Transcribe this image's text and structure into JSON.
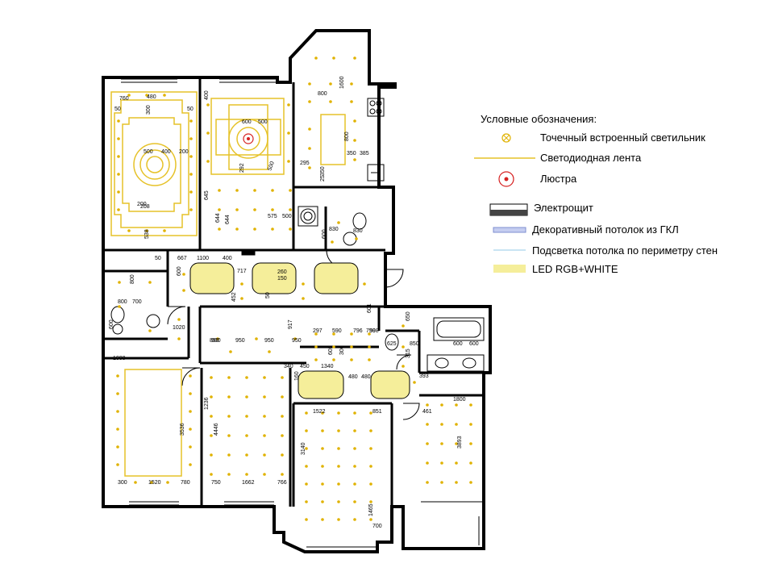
{
  "legend": {
    "title": "Условные обозначения:",
    "items": [
      {
        "key": "spot",
        "label": "Точечный встроенный светильник"
      },
      {
        "key": "strip",
        "label": "Светодиодная лента"
      },
      {
        "key": "chandelier",
        "label": "Люстра"
      },
      {
        "key": "panel",
        "label": "Электрощит"
      },
      {
        "key": "gkl",
        "label": "Декоративный потолок из ГКЛ"
      },
      {
        "key": "perimeter",
        "label": "Подсветка потолка по периметру стен"
      },
      {
        "key": "rgb",
        "label": "LED RGB+WHITE"
      }
    ]
  },
  "colors": {
    "wall": "#000000",
    "led_strip": "#e6c229",
    "spot": "#e0b200",
    "chandelier": "#d62020",
    "rgb_fill": "#f5ee9a",
    "gkl": "#7f8fd0",
    "perimeter": "#a9d4ec"
  },
  "dimensions": {
    "bedroom1": [
      "760",
      "480",
      "300",
      "50",
      "50",
      "500",
      "400",
      "200",
      "200",
      "208",
      "538"
    ],
    "living": [
      "400",
      "600",
      "500",
      "292",
      "500",
      "295",
      "575",
      "500",
      "645",
      "644",
      "644"
    ],
    "kitchen": [
      "800",
      "1600",
      "800",
      "350",
      "385",
      "350",
      "25"
    ],
    "bath_top": [
      "830",
      "830",
      "600"
    ],
    "hall": [
      "50",
      "667",
      "1100",
      "400",
      "717",
      "600",
      "260",
      "150",
      "452",
      "50",
      "601"
    ],
    "wc": [
      "800",
      "800",
      "700",
      "600",
      "1020",
      "900",
      "1008"
    ],
    "corridor": [
      "890",
      "950",
      "950",
      "950",
      "917"
    ],
    "center": [
      "297",
      "590",
      "796",
      "790",
      "598",
      "605",
      "300",
      "340",
      "450",
      "160",
      "1340",
      "480",
      "480"
    ],
    "bath_right": [
      "625",
      "850",
      "600",
      "600",
      "650",
      "315",
      "393",
      "1800",
      "461"
    ],
    "bedroom2": [
      "1236",
      "3536",
      "300",
      "1520",
      "780"
    ],
    "bedroom3": [
      "4446",
      "750",
      "1662",
      "766"
    ],
    "room_bottom": [
      "1522",
      "851",
      "3140",
      "1465",
      "700"
    ],
    "room_right": [
      "3893"
    ]
  }
}
